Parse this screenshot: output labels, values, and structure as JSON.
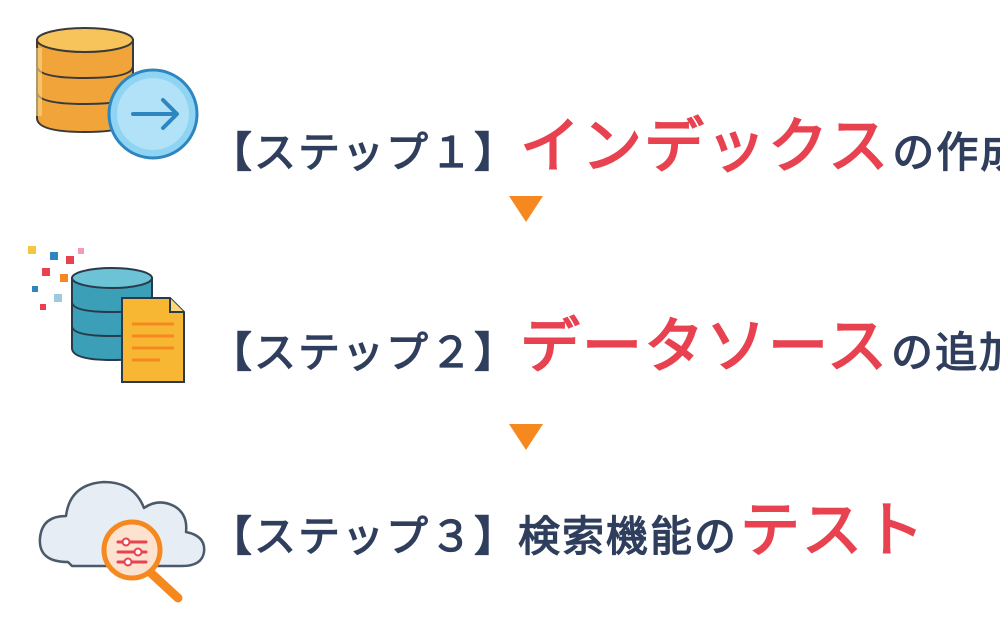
{
  "steps": [
    {
      "icon": "database-arrow-icon",
      "label": "【ステップ１】",
      "accent": "インデックス",
      "rest": "の作成"
    },
    {
      "icon": "database-document-icon",
      "label": "【ステップ２】",
      "accent": "データソース",
      "rest": "の追加"
    },
    {
      "icon": "cloud-search-icon",
      "label": "【ステップ３】",
      "rest": "検索機能の",
      "accent": "テスト"
    }
  ],
  "colors": {
    "text": "#2f3e5c",
    "accent": "#e8414f",
    "arrow": "#f5891f"
  }
}
